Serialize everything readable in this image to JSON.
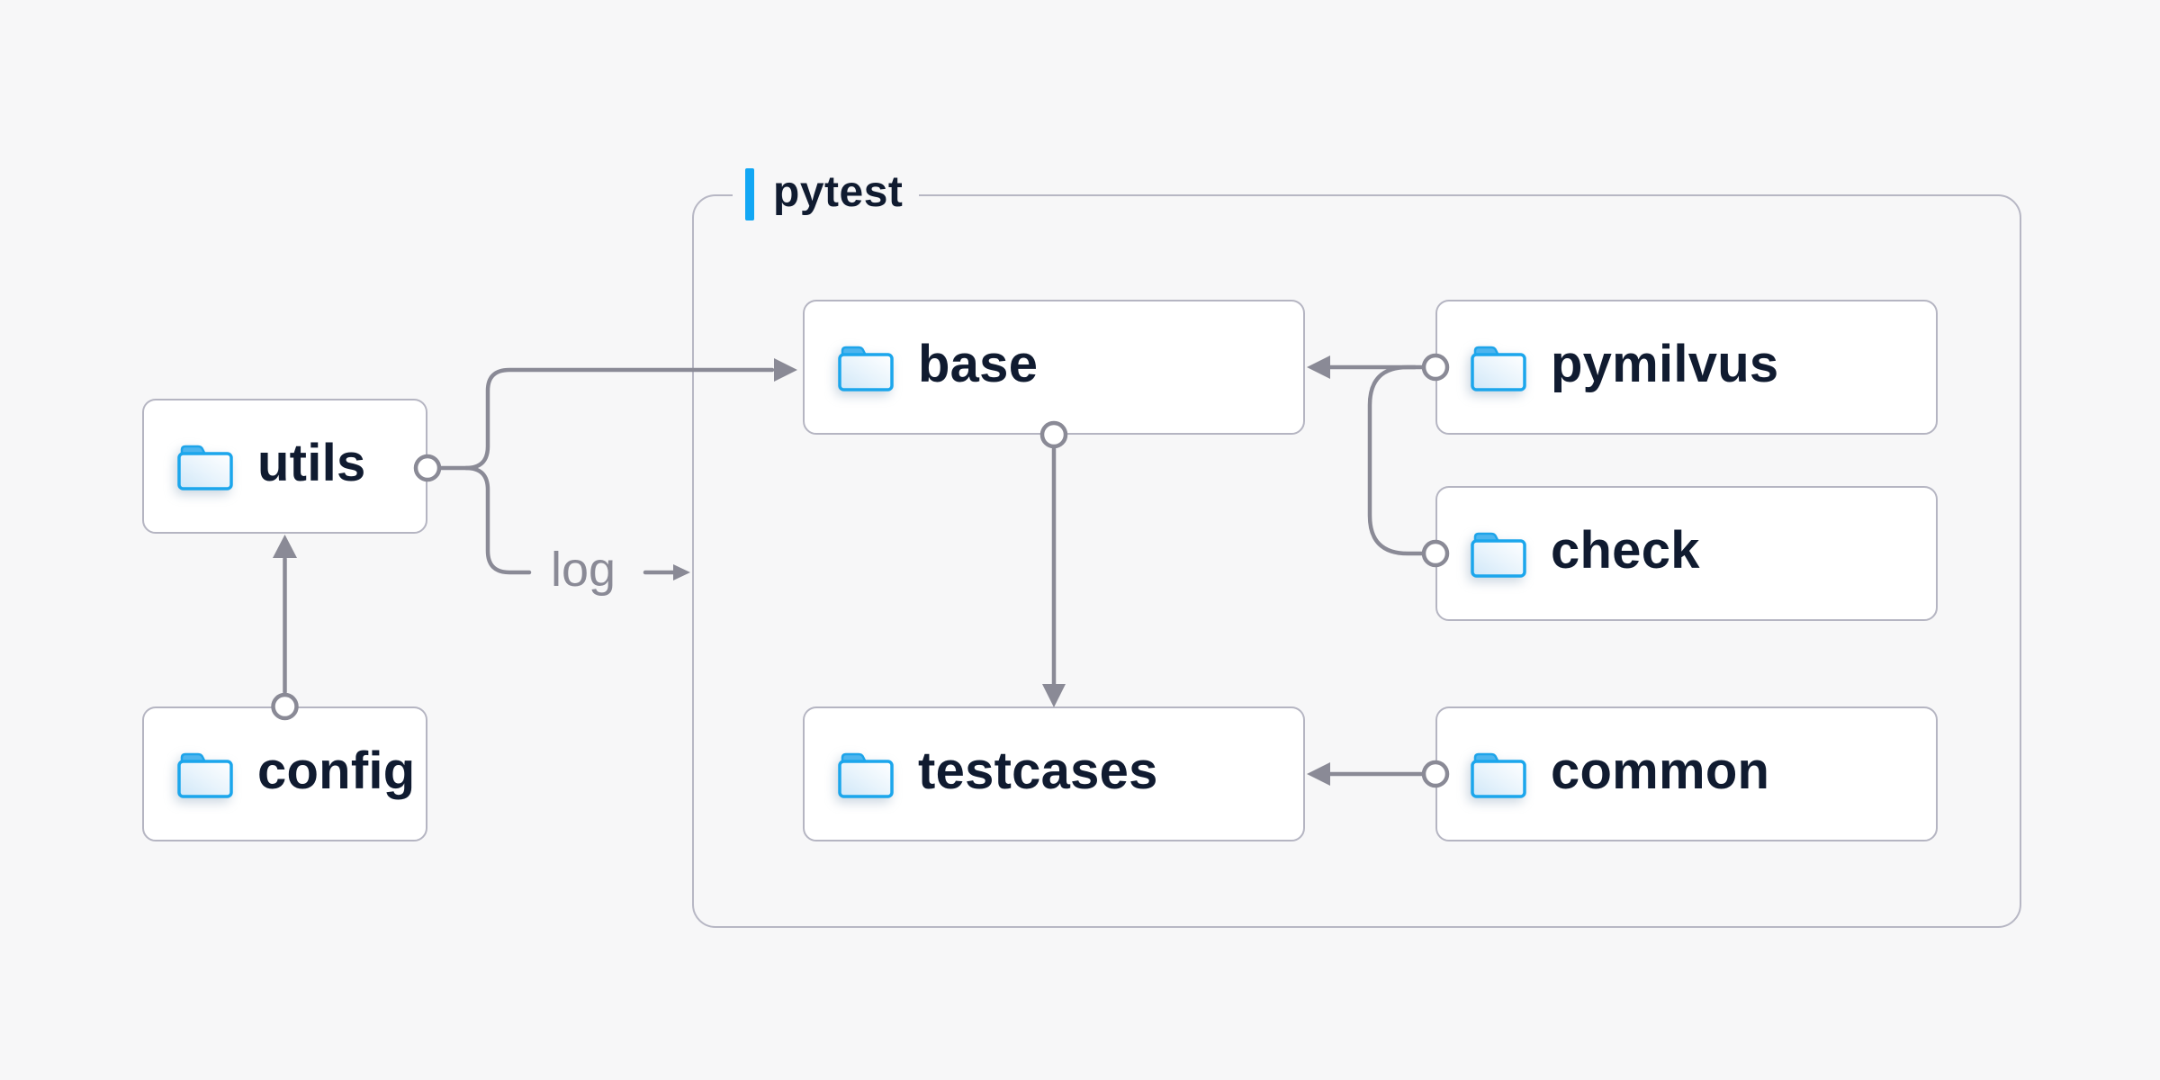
{
  "diagram": {
    "group": {
      "label": "pytest",
      "accent_color": "#12a7f4"
    },
    "nodes": [
      {
        "id": "utils",
        "label": "utils",
        "group": null
      },
      {
        "id": "config",
        "label": "config",
        "group": null
      },
      {
        "id": "base",
        "label": "base",
        "group": "pytest"
      },
      {
        "id": "pymilvus",
        "label": "pymilvus",
        "group": "pytest"
      },
      {
        "id": "check",
        "label": "check",
        "group": "pytest"
      },
      {
        "id": "testcases",
        "label": "testcases",
        "group": "pytest"
      },
      {
        "id": "common",
        "label": "common",
        "group": "pytest"
      }
    ],
    "edges": [
      {
        "from": "config",
        "to": "utils",
        "label": ""
      },
      {
        "from": "utils",
        "to": "base",
        "label": ""
      },
      {
        "from": "utils",
        "to": "pytest",
        "label": "log"
      },
      {
        "from": "base",
        "to": "testcases",
        "label": ""
      },
      {
        "from": "pymilvus",
        "to": "base",
        "label": ""
      },
      {
        "from": "check",
        "to": "base",
        "label": ""
      },
      {
        "from": "common",
        "to": "testcases",
        "label": ""
      }
    ],
    "colors": {
      "background": "#f7f7f8",
      "node_background": "#ffffff",
      "node_border": "#b5b5c2",
      "group_border": "#b7b7c4",
      "connector": "#8a8a96",
      "label_text": "#101b30",
      "edge_label_text": "#8a8a96",
      "accent_blue": "#12a7f4",
      "folder_stroke": "#1ba6ec",
      "folder_tab": "#4db5ee"
    }
  }
}
